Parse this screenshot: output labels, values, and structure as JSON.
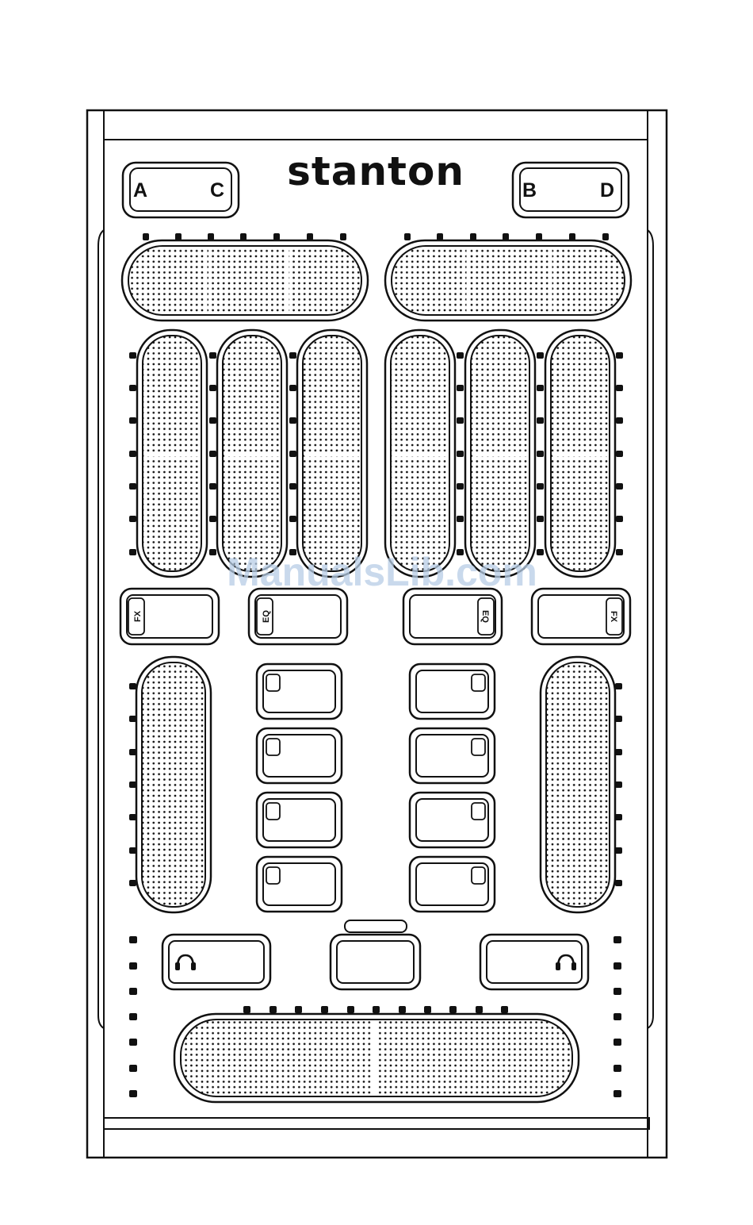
{
  "brand": {
    "logo_text": "stanton"
  },
  "deck_switches": {
    "left": {
      "primary": "A",
      "secondary": "C"
    },
    "right": {
      "primary": "B",
      "secondary": "D"
    }
  },
  "mode_buttons": {
    "left_fx": "FX",
    "left_eq": "EQ",
    "right_eq": "EQ",
    "right_fx": "FX"
  },
  "headphone_icons": {
    "left": "headphone-icon",
    "right": "headphone-icon"
  },
  "watermark": "ManualsLib.com",
  "colors": {
    "line": "#111111",
    "background": "#ffffff",
    "watermark": "#b7cde6"
  }
}
